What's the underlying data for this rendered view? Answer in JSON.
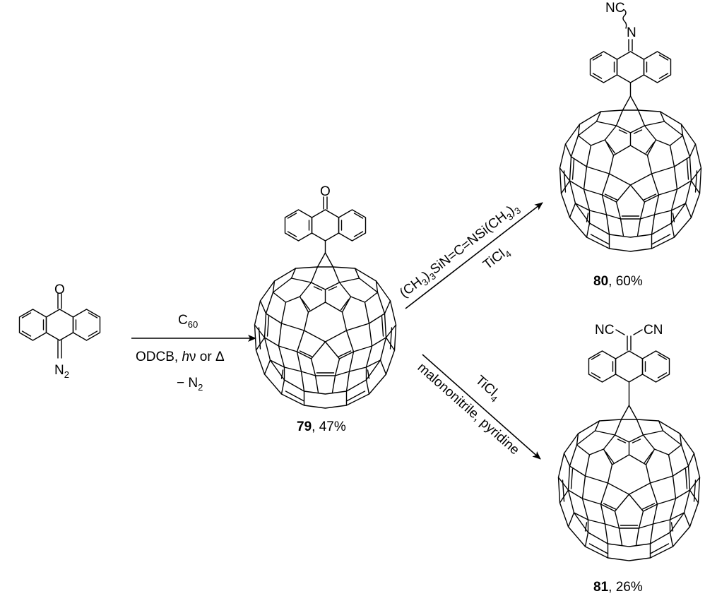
{
  "start": {
    "o_atom": "O",
    "n2_atom": "N",
    "n2_sub": "2"
  },
  "step1": {
    "reagent_main": "C",
    "reagent_sub": "60",
    "cond_a": "ODCB, ",
    "cond_h": "h",
    "cond_nu": "ν",
    "cond_b": " or Δ",
    "cond_minus": "− N",
    "cond_minus_sub": "2"
  },
  "product79": {
    "o_atom": "O",
    "number": "79",
    "yield": ", 47%"
  },
  "step_up": {
    "reagent": [
      "(CH",
      "3",
      ")",
      "3",
      "SiN=C=NSi(CH",
      "3",
      ")",
      "3"
    ],
    "catalyst_main": "TiCl",
    "catalyst_sub": "4"
  },
  "product80": {
    "nc_label": "NC",
    "n_atom": "N",
    "number": "80",
    "yield": ", 60%"
  },
  "step_down": {
    "catalyst_main": "TiCl",
    "catalyst_sub": "4",
    "reagent": "malononitrile, pyridine"
  },
  "product81": {
    "nc_left": "NC",
    "cn_right": "CN",
    "number": "81",
    "yield": ", 26%"
  },
  "colors": {
    "ink": "#000000",
    "background": "#ffffff"
  }
}
